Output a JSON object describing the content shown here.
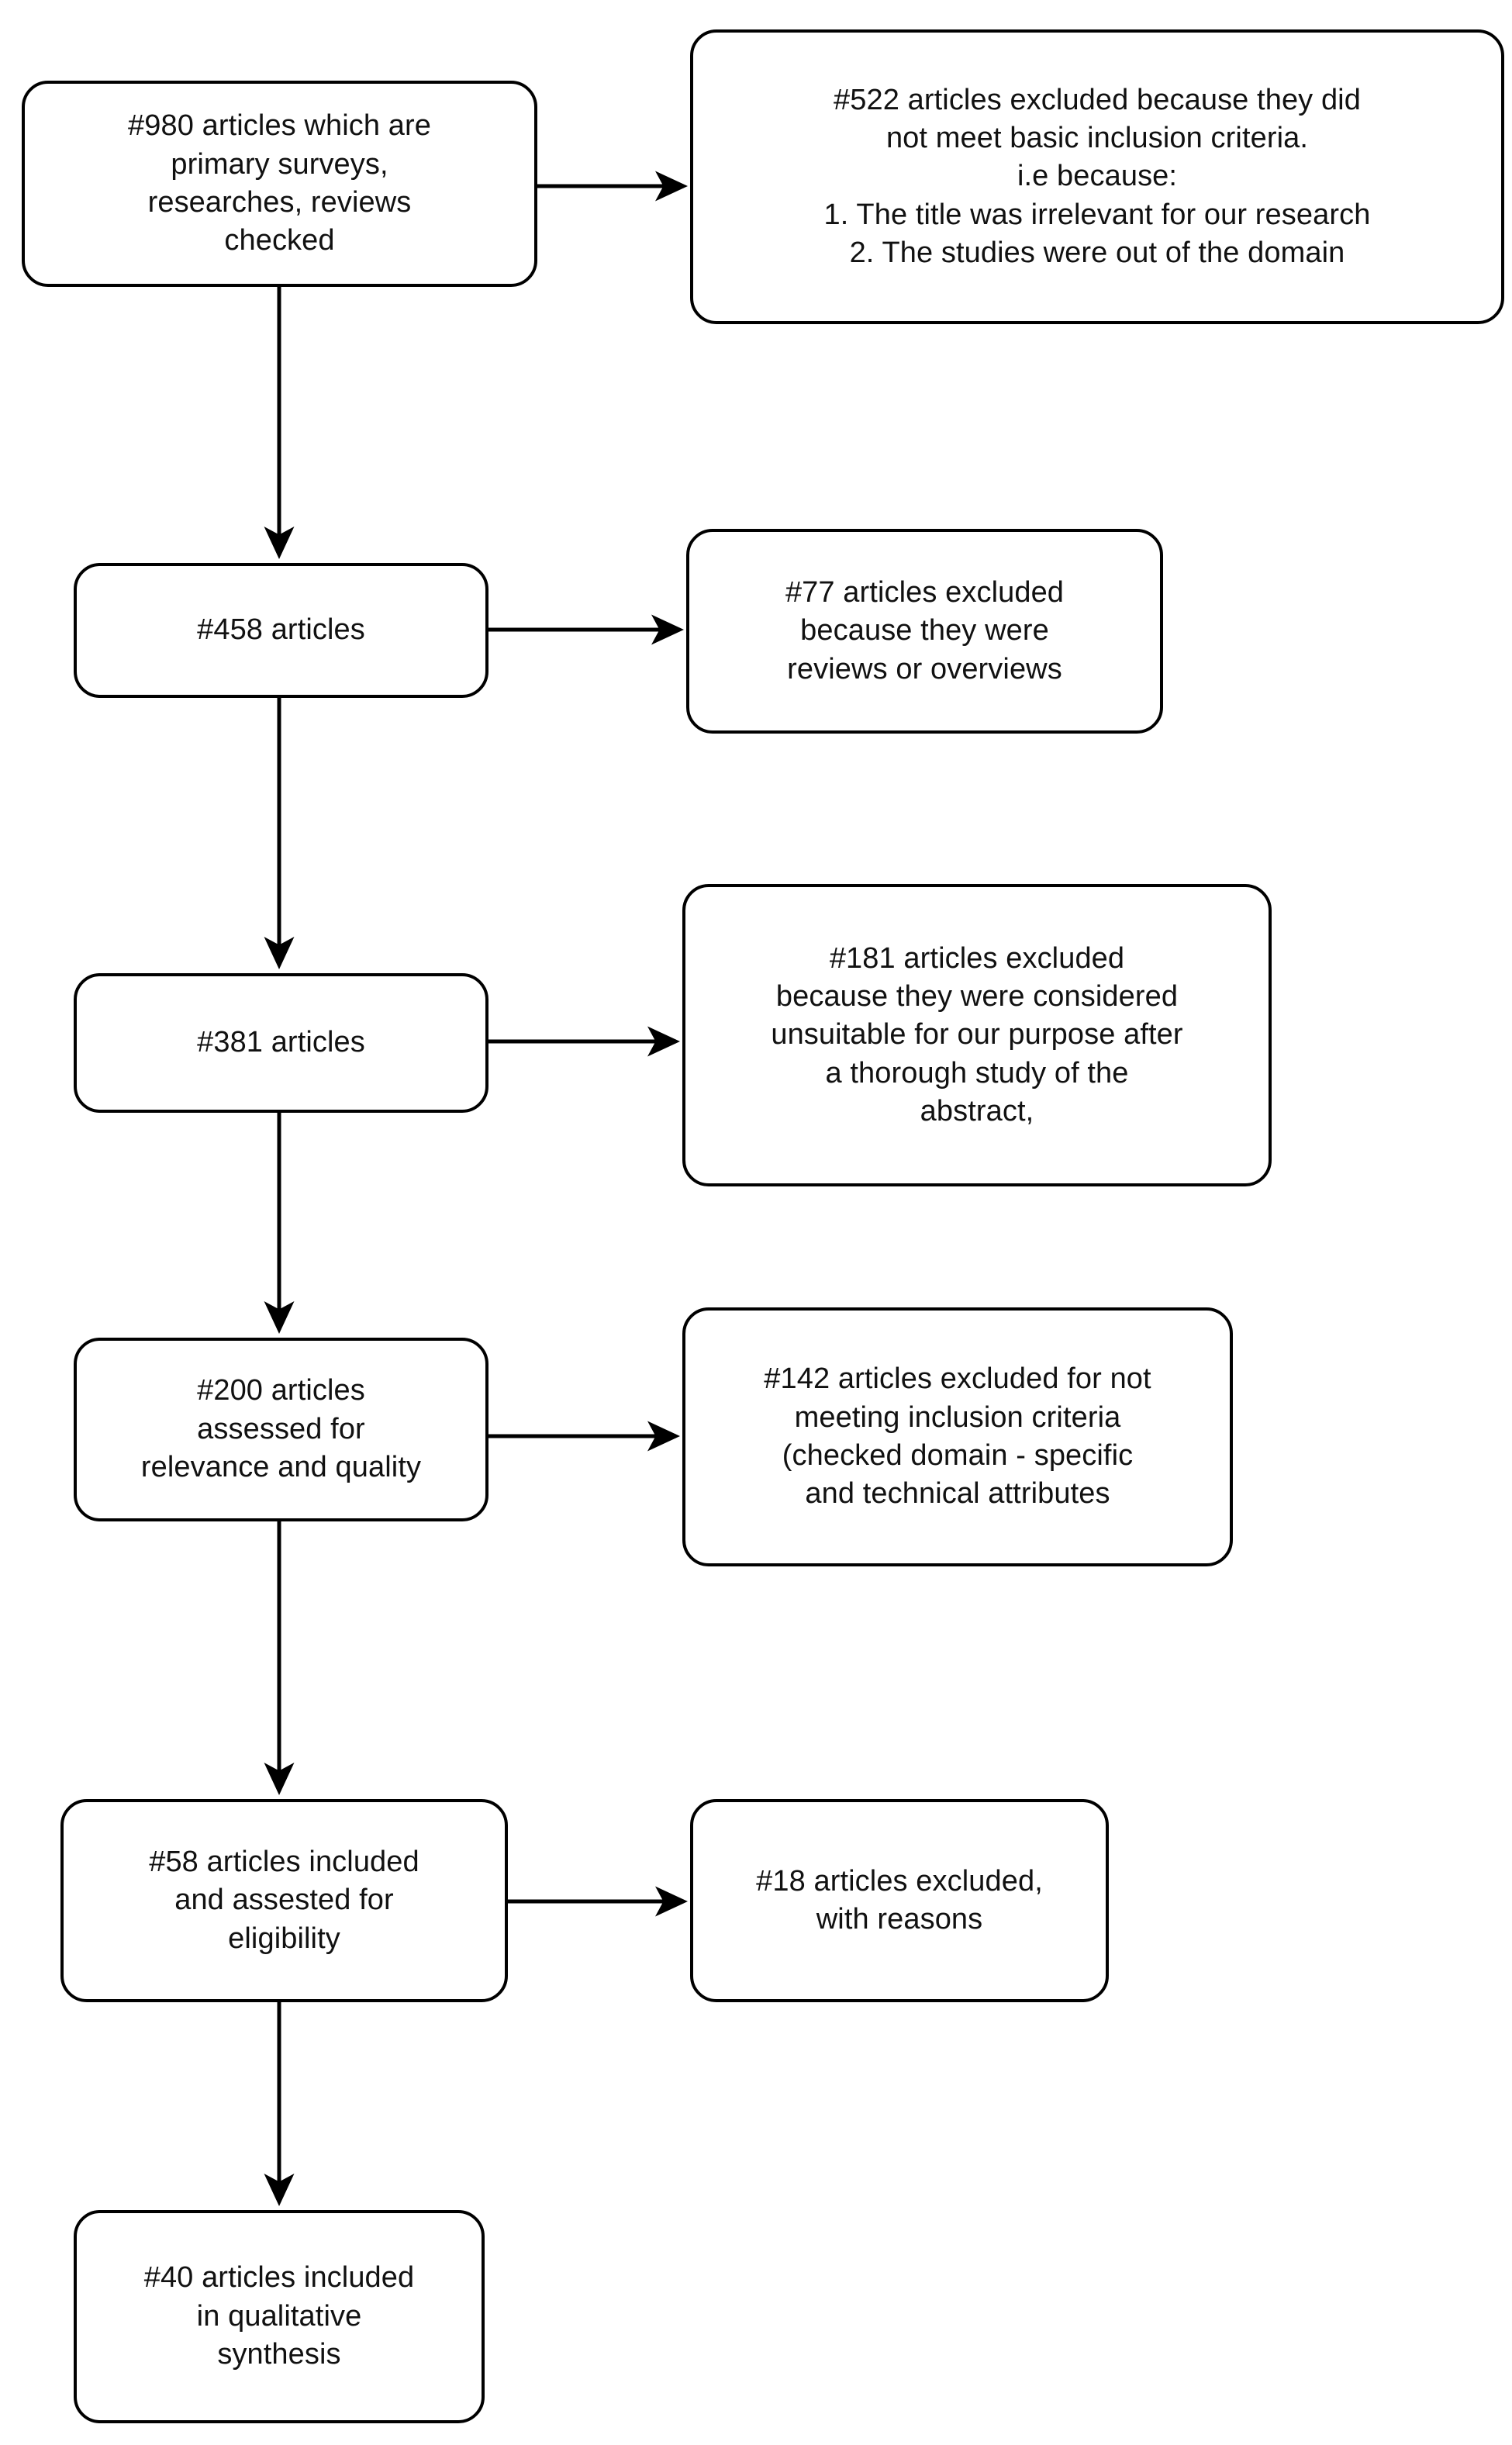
{
  "diagram": {
    "type": "prisma-flow-diagram",
    "orientation": "vertical",
    "line_color": "#000000",
    "box_fill": "#ffffff",
    "text_color": "#111111",
    "flow_nodes": [
      {
        "id": "n980",
        "label": "#980 articles which are\nprimary surveys,\nresearches, reviews\nchecked",
        "count": 980
      },
      {
        "id": "n458",
        "label": "#458 articles",
        "count": 458
      },
      {
        "id": "n381",
        "label": "#381 articles",
        "count": 381
      },
      {
        "id": "n200",
        "label": "#200 articles\nassessed for\nrelevance and quality",
        "count": 200
      },
      {
        "id": "n58",
        "label": "#58 articles included\nand assested for\neligibility",
        "count": 58
      },
      {
        "id": "n40",
        "label": "#40 articles included\nin qualitative\nsynthesis",
        "count": 40
      }
    ],
    "exclusion_nodes": [
      {
        "id": "x522",
        "label": "#522 articles excluded because they did\nnot meet basic inclusion criteria.\ni.e because:\n1. The title was irrelevant for our research\n2. The studies were out of the domain",
        "count": 522
      },
      {
        "id": "x77",
        "label": "#77 articles excluded\nbecause they were\nreviews or overviews",
        "count": 77
      },
      {
        "id": "x181",
        "label": "#181 articles excluded\nbecause they were considered\nunsuitable for our purpose after\na thorough study of the\nabstract,",
        "count": 181
      },
      {
        "id": "x142",
        "label": "#142 articles excluded for not\nmeeting inclusion criteria\n(checked domain - specific\nand technical attributes",
        "count": 142
      },
      {
        "id": "x18",
        "label": "#18 articles excluded,\nwith reasons",
        "count": 18
      }
    ]
  }
}
